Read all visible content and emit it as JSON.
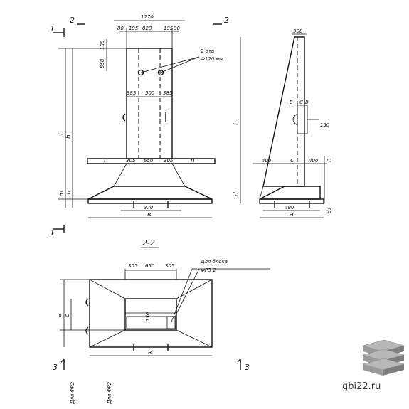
{
  "front": {
    "section_left": "1",
    "section_right": "2",
    "width_total": "1270",
    "dim_80_l": "80",
    "dim_195_l": "195",
    "dim_820": "820",
    "dim_195_r": "195",
    "dim_80_r": "80",
    "holes_note": "2 отв",
    "holes_dia": "Ф120 мм",
    "v_180": "180",
    "v_550": "550",
    "mid_385_l": "385",
    "mid_500": "500",
    "mid_385_r": "385",
    "low_n_l": "n",
    "low_305_l": "305",
    "low_650": "650",
    "low_305_r": "305",
    "low_n_r": "n",
    "base_370": "370",
    "base_b": "в",
    "v_h1": "h",
    "v_h": "h",
    "v_d1": "d₁",
    "v_d": "d₁"
  },
  "side": {
    "top_300": "300",
    "lbl_b": "В",
    "lbl_c": "С",
    "lbl_b2": "В",
    "dim_150": "150",
    "lbl_h": "h",
    "low_400_l": "400",
    "low_c": "c",
    "low_400_r": "400",
    "base_490": "490",
    "base_a": "а",
    "lbl_d": "d",
    "lbl_n": "n",
    "lbl_d2": "d₁"
  },
  "plan": {
    "title": "2-2",
    "top_305_l": "305",
    "top_650": "650",
    "top_305_r": "305",
    "note_line1": "Для блока",
    "note_line2": "ФРЗ-2",
    "lbl_a": "а",
    "lbl_c": "с",
    "dim_150": "150",
    "lbl_b": "в",
    "sec3_l": "3",
    "sec3_r": "3",
    "vert_fr2_l": "Для ФР2",
    "vert_fr2_r": "Для ФР2"
  },
  "watermark": "gbi22.ru"
}
